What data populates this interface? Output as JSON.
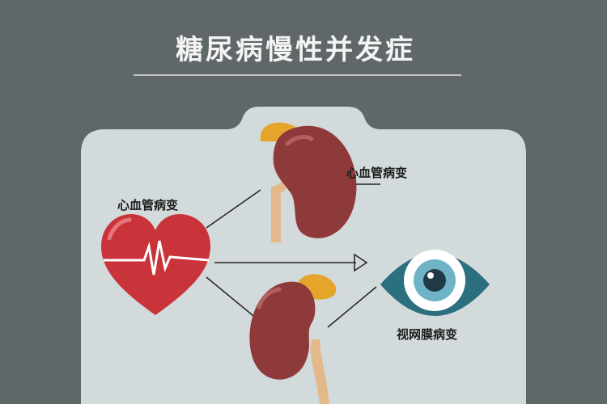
{
  "title": "糖尿病慢性并发症",
  "labels": {
    "heart": "心血管病变",
    "kidney_top": "心血管病变",
    "eye": "视网膜病变"
  },
  "colors": {
    "background": "#5f6769",
    "panel": "#d3dadb",
    "heart": "#c8343a",
    "kidney": "#8e3a3a",
    "adrenal": "#e5a52a",
    "eye_iris": "#2c6f7e"
  }
}
